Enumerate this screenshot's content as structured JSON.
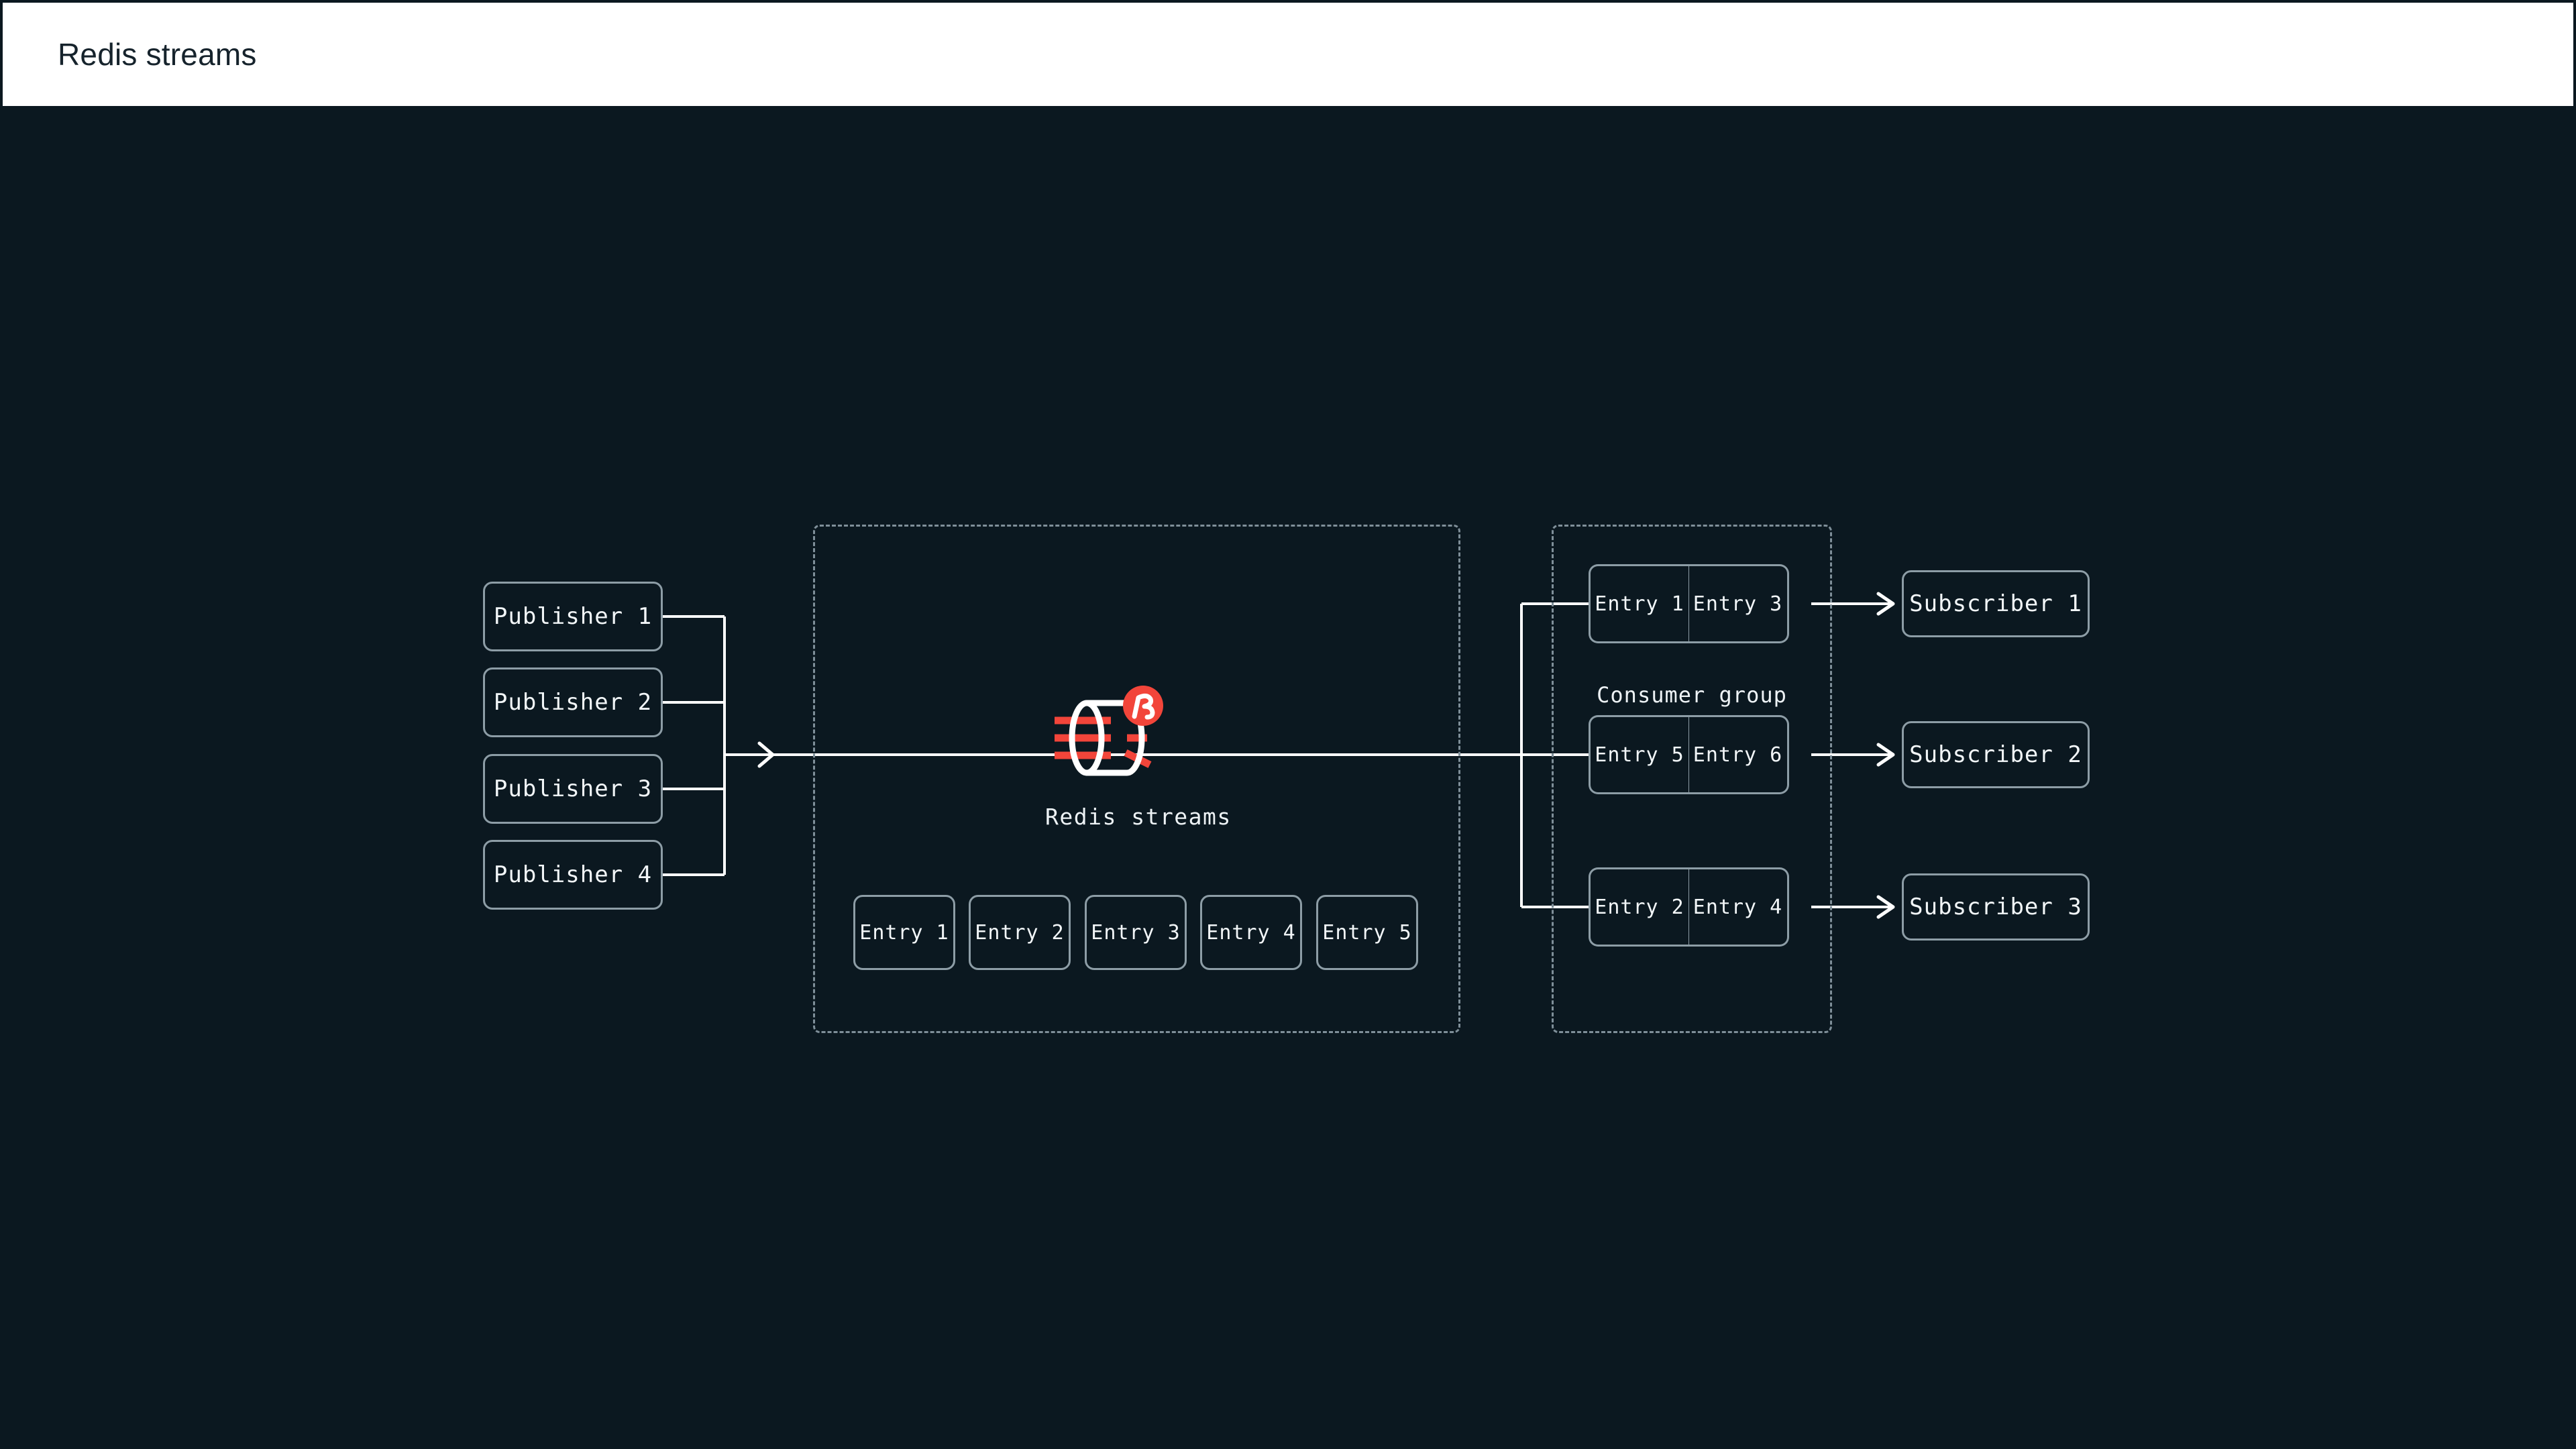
{
  "header": {
    "title": "Redis streams",
    "background": "#ffffff",
    "text_color": "#16232c"
  },
  "canvas": {
    "background": "#0b1820",
    "line_color": "#ffffff",
    "box_border_color": "#8d9da6",
    "dashed_border_color": "#7f8f99",
    "accent_red": "#f2453a"
  },
  "publishers": {
    "items": [
      {
        "label": "Publisher 1"
      },
      {
        "label": "Publisher 2"
      },
      {
        "label": "Publisher 3"
      },
      {
        "label": "Publisher 4"
      }
    ]
  },
  "stream_region": {
    "logo": {
      "name": "redis-streams-logo",
      "caption": "Redis streams",
      "circle_color": "#f2453a",
      "tube_color": "#ffffff",
      "stream_line_color": "#f2453a",
      "badge_letter": "R"
    },
    "entries": [
      {
        "label": "Entry 1"
      },
      {
        "label": "Entry 2"
      },
      {
        "label": "Entry 3"
      },
      {
        "label": "Entry 4"
      },
      {
        "label": "Entry 5"
      }
    ]
  },
  "consumer_group": {
    "caption": "Consumer group",
    "rows": [
      {
        "cells": [
          {
            "label": "Entry 1"
          },
          {
            "label": "Entry 3"
          }
        ]
      },
      {
        "cells": [
          {
            "label": "Entry 5"
          },
          {
            "label": "Entry 6"
          }
        ]
      },
      {
        "cells": [
          {
            "label": "Entry 2"
          },
          {
            "label": "Entry 4"
          }
        ]
      }
    ]
  },
  "subscribers": {
    "items": [
      {
        "label": "Subscriber 1"
      },
      {
        "label": "Subscriber 2"
      },
      {
        "label": "Subscriber 3"
      }
    ]
  }
}
